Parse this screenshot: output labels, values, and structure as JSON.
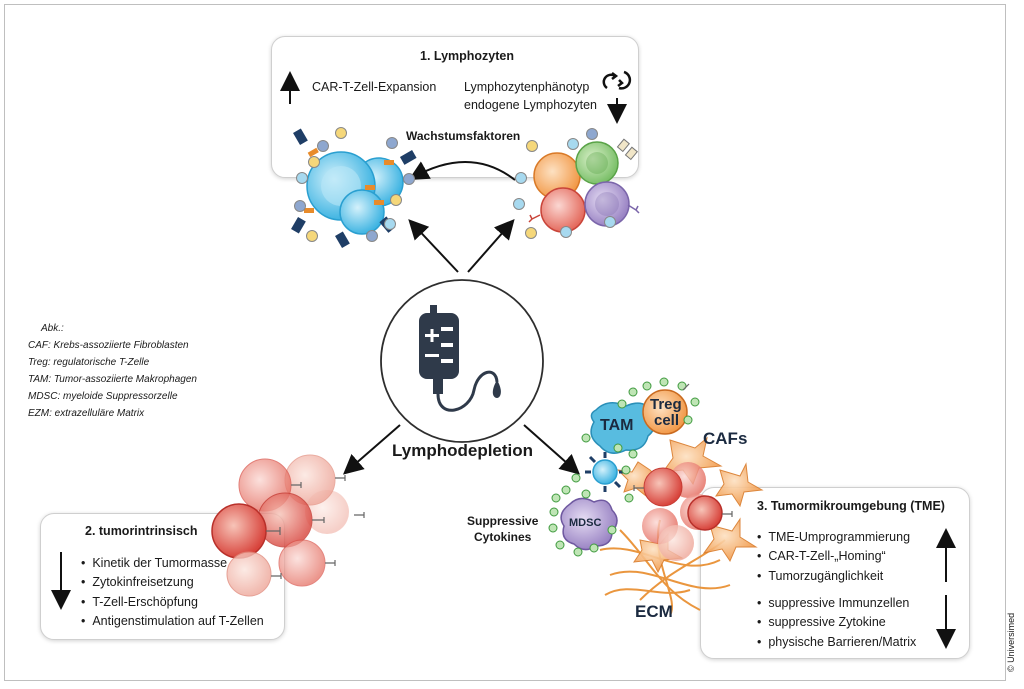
{
  "center": {
    "label": "Lymphodepletion"
  },
  "box1": {
    "title": "1. Lymphozyten",
    "left_text": "CAR-T-Zell-Expansion",
    "right_text_1": "Lymphozytenphänotyp",
    "right_text_2": "endogene Lymphozyten",
    "growth": "Wachstumsfaktoren"
  },
  "box2": {
    "title": "2. tumorintrinsisch",
    "items": [
      "Kinetik der Tumormasse",
      "Zytokinfreisetzung",
      "T-Zell-Erschöpfung",
      "Antigenstimulation auf T-Zellen"
    ]
  },
  "box3": {
    "title": "3. Tumormikroumgebung (TME)",
    "up_items": [
      "TME-Umprogrammierung",
      "CAR-T-Zell-„Homing“",
      "Tumorzugänglichkeit"
    ],
    "down_items": [
      "suppressive Immunzellen",
      "suppressive Zytokine",
      "physische Barrieren/Matrix"
    ]
  },
  "abbrev": {
    "heading": "Abk.:",
    "lines": [
      "CAF: Krebs-assoziierte Fibroblasten",
      "Treg: regulatorische T-Zelle",
      "TAM: Tumor-assoziierte Makrophagen",
      "MDSC: myeloide Suppressorzelle",
      "EZM: extrazelluläre Matrix"
    ]
  },
  "tme_labels": {
    "tam": "TAM",
    "treg_1": "Treg",
    "treg_2": "cell",
    "cafs": "CAFs",
    "mdsc": "MDSC",
    "suppressive_1": "Suppressive",
    "suppressive_2": "Cytokines",
    "ecm": "ECM"
  },
  "copyright": "© Universimed",
  "colors": {
    "car_t_blue": "#5cc4ea",
    "tumor_red": "#d9423b",
    "caf_orange": "#f0a25a",
    "mdsc_purple": "#9a84c4",
    "cytokine_green": "#7bc87a"
  }
}
